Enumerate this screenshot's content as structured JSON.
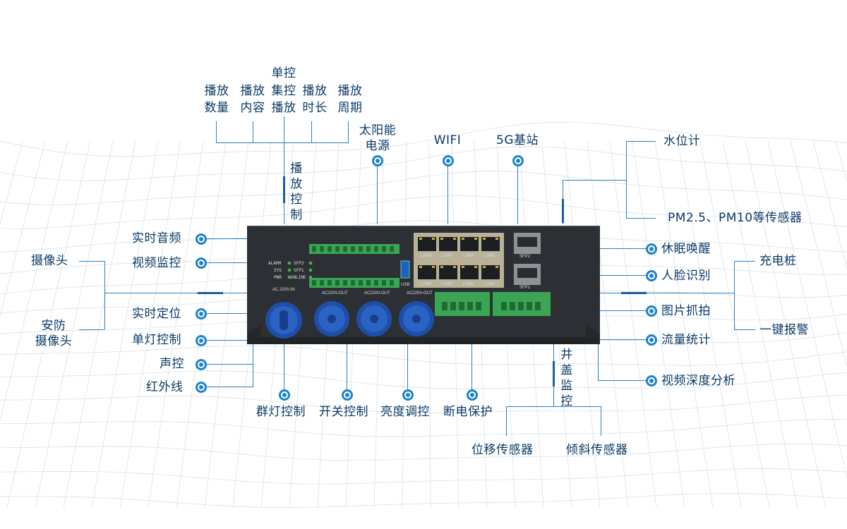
{
  "top_group": {
    "items": [
      {
        "line1": "播放",
        "line2": "数量"
      },
      {
        "line1": "播放",
        "line2": "内容"
      },
      {
        "line0": "单控",
        "line1": "集控",
        "line2": "播放"
      },
      {
        "line1": "播放",
        "line2": "时长"
      },
      {
        "line1": "播放",
        "line2": "周期"
      }
    ],
    "branch_label": "播放控制"
  },
  "top_labels": {
    "solar": "太阳能\n电源",
    "wifi": "WIFI",
    "station": "5G基站"
  },
  "right_top": {
    "water": "水位计",
    "pm": "PM2.5、PM10等传感器"
  },
  "right_labels": {
    "sleep": "休眠唤醒",
    "face": "人脸识别",
    "snap": "图片抓拍",
    "traffic": "流量统计",
    "video_analysis": "视频深度分析"
  },
  "far_right": {
    "charger": "充电桩",
    "alarm": "一键报警"
  },
  "left_labels": {
    "audio": "实时音频",
    "video": "视频监控",
    "locate": "实时定位",
    "single_light": "单灯控制",
    "sound": "声控",
    "infrared": "红外线"
  },
  "far_left": {
    "camera": "摄像头",
    "security_camera": "安防\n摄像头"
  },
  "bottom_labels": {
    "group_light": "群灯控制",
    "switch": "开关控制",
    "brightness": "亮度调控",
    "power_protect": "断电保护"
  },
  "manhole": {
    "title": "井盖监控",
    "displacement": "位移传感器",
    "tilt": "倾斜传感器"
  },
  "device": {
    "leds": [
      "ALARM",
      "SYS",
      "PWR"
    ],
    "leds_right": [
      "SFP2",
      "SFP1",
      "ONLINE"
    ],
    "lan_top": [
      "LAN8",
      "LAN7",
      "LAN6",
      "LAN5"
    ],
    "lan_bottom": [
      "LAN4",
      "LAN3",
      "LAN2",
      "LAN1"
    ],
    "sfp": [
      "SFP2",
      "SFP1"
    ],
    "ac_in": "AC 220V-IN",
    "ac_out": [
      "AC220V-OUT",
      "AC220V-OUT",
      "AC220V-OUT"
    ],
    "usb": "USB"
  },
  "colors": {
    "accent": "#1d84c6",
    "text": "#0b3a66",
    "device": "#2b2f33",
    "terminal": "#3aa655"
  }
}
